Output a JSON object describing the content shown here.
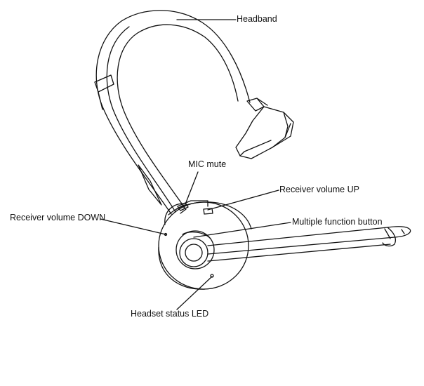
{
  "colors": {
    "line": "#111111",
    "background": "#ffffff"
  },
  "labels": {
    "headband": "Headband",
    "mic_mute": "MIC mute",
    "receiver_volume_up": "Receiver volume UP",
    "receiver_volume_down": "Receiver volume DOWN",
    "multiple_function_button": "Multiple function button",
    "headset_status_led": "Headset status LED"
  }
}
